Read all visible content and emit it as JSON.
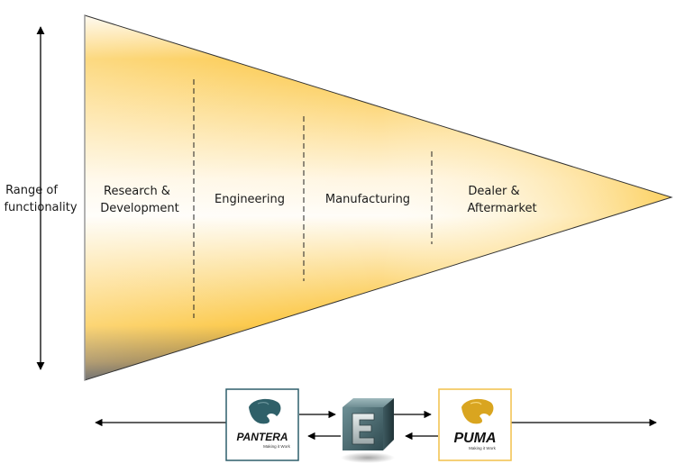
{
  "axis": {
    "label_line1": "Range of",
    "label_line2": "functionality"
  },
  "funnel": {
    "fill_colors": {
      "highlight": "#fbc02d",
      "light": "#fffaf0",
      "edge": "#3a3a3a"
    },
    "stages": [
      {
        "line1": "Research &",
        "line2": "Development"
      },
      {
        "line1": "Engineering",
        "line2": ""
      },
      {
        "line1": "Manufacturing",
        "line2": ""
      },
      {
        "line1": "Dealer &",
        "line2": "Aftermarket"
      }
    ]
  },
  "integration": {
    "left_product": {
      "name": "PANTERA",
      "tagline": "Making it Work",
      "border_color": "#2e5f6b",
      "icon": "panther-head-icon"
    },
    "hub": {
      "letter": "E",
      "icon": "e-cube-icon"
    },
    "right_product": {
      "name": "PUMA",
      "tagline": "Making it Work",
      "border_color": "#f2c04a",
      "icon": "puma-head-icon"
    }
  }
}
